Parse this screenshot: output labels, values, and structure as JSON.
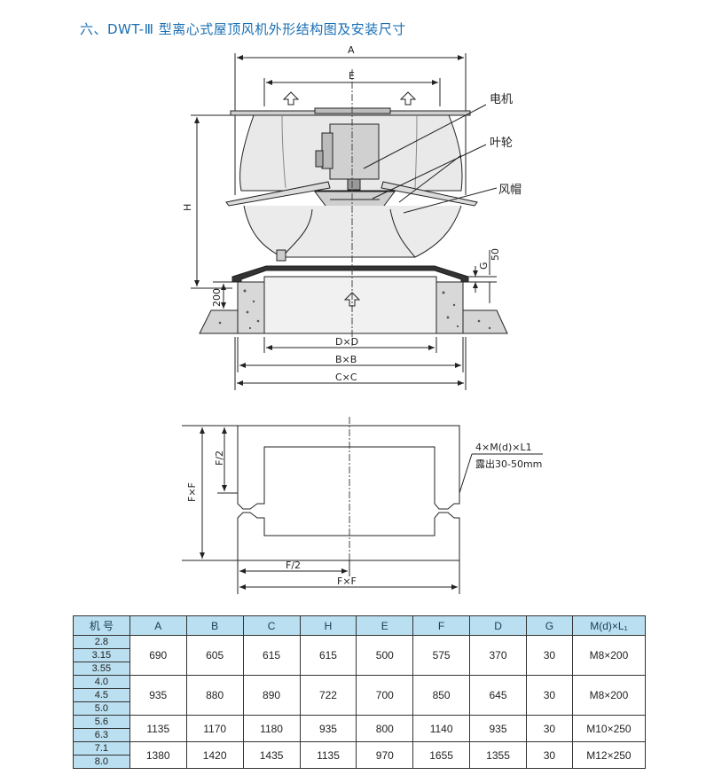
{
  "title": "六、DWT-Ⅲ 型离心式屋顶风机外形结构图及安装尺寸",
  "diagram": {
    "dim_A": "A",
    "dim_E": "E",
    "dim_H": "H",
    "dim_200": "200",
    "dim_G": "G",
    "dim_50": "50",
    "dim_DxD": "D×D",
    "dim_BxB": "B×B",
    "dim_CxC": "C×C",
    "label_motor": "电机",
    "label_impeller": "叶轮",
    "label_hood": "风帽"
  },
  "plan": {
    "dim_F2_vert": "F/2",
    "dim_FxF_vert": "F×F",
    "dim_F2_horiz": "F/2",
    "dim_FxF_horiz": "F×F",
    "bolt_spec": "4×M(d)×L1",
    "bolt_note": "露出30-50mm"
  },
  "table": {
    "headers": [
      "机 号",
      "A",
      "B",
      "C",
      "H",
      "E",
      "F",
      "D",
      "G",
      "M(d)×L₁"
    ],
    "groups": [
      {
        "models": [
          "2.8",
          "3.15",
          "3.55"
        ],
        "values": [
          "690",
          "605",
          "615",
          "615",
          "500",
          "575",
          "370",
          "30",
          "M8×200"
        ]
      },
      {
        "models": [
          "4.0",
          "4.5",
          "5.0"
        ],
        "values": [
          "935",
          "880",
          "890",
          "722",
          "700",
          "850",
          "645",
          "30",
          "M8×200"
        ]
      },
      {
        "models": [
          "5.6",
          "6.3"
        ],
        "values": [
          "1135",
          "1170",
          "1180",
          "935",
          "800",
          "1140",
          "935",
          "30",
          "M10×250"
        ]
      },
      {
        "models": [
          "7.1",
          "8.0"
        ],
        "values": [
          "1380",
          "1420",
          "1435",
          "1135",
          "970",
          "1655",
          "1355",
          "30",
          "M12×250"
        ]
      }
    ]
  }
}
